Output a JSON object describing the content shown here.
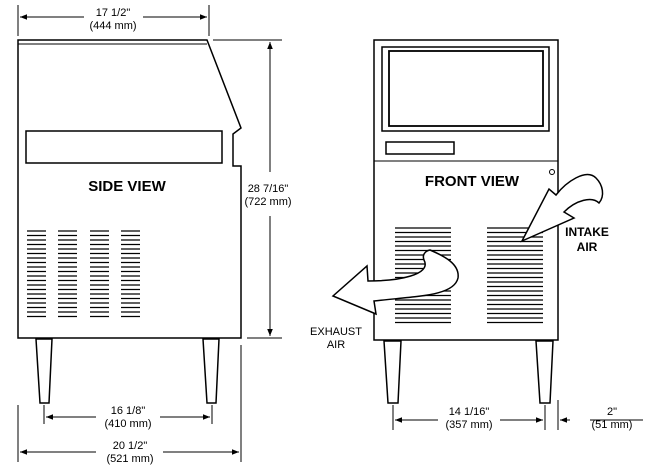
{
  "labels": {
    "side_view": "SIDE VIEW",
    "front_view": "FRONT VIEW",
    "intake_line1": "INTAKE",
    "intake_line2": "AIR",
    "exhaust_line1": "EXHAUST",
    "exhaust_line2": "AIR"
  },
  "dimensions": {
    "side_width_in": "17 1/2\"",
    "side_width_mm": "(444 mm)",
    "height_in": "28 7/16\"",
    "height_mm": "(722 mm)",
    "side_leg_span_in": "16 1/8\"",
    "side_leg_span_mm": "(410 mm)",
    "side_total_depth_in": "20 1/2\"",
    "side_total_depth_mm": "(521 mm)",
    "front_leg_span_in": "14 1/16\"",
    "front_leg_span_mm": "(357 mm)",
    "clearance_in": "2\"",
    "clearance_mm": "(51 mm)"
  },
  "colors": {
    "line": "#000000",
    "background": "#ffffff"
  }
}
